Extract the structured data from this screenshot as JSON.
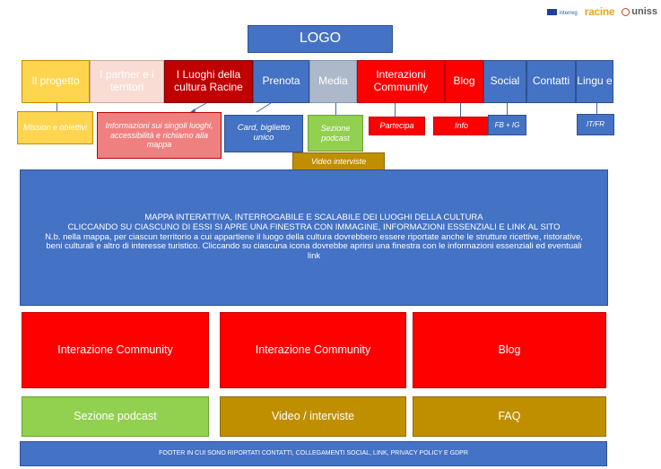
{
  "header_logos": {
    "interreg": "interreg",
    "racine": "racine",
    "uniss": "uniss"
  },
  "logo": "LOGO",
  "nav": [
    {
      "id": "progetto",
      "label": "Il progetto",
      "bg": "#ffd54f",
      "color": "#ffffff"
    },
    {
      "id": "partner",
      "label": "I partner e i territori",
      "bg": "#f9dcd3",
      "color": "#ffffff"
    },
    {
      "id": "luoghi",
      "label": "I Luoghi della cultura Racine",
      "bg": "#c00000",
      "color": "#ffffff"
    },
    {
      "id": "prenota",
      "label": "Prenota",
      "bg": "#4472c4",
      "color": "#ffffff"
    },
    {
      "id": "media",
      "label": "Media",
      "bg": "#adb9ca",
      "color": "#ffffff"
    },
    {
      "id": "interazioni",
      "label": "Interazioni Community",
      "bg": "#ff0000",
      "color": "#ffffff"
    },
    {
      "id": "blog",
      "label": "Blog",
      "bg": "#ff0000",
      "color": "#ffffff"
    },
    {
      "id": "social",
      "label": "Social",
      "bg": "#4472c4",
      "color": "#ffffff"
    },
    {
      "id": "contatti",
      "label": "Contatti",
      "bg": "#4472c4",
      "color": "#ffffff"
    },
    {
      "id": "lingue",
      "label": "Lingu e",
      "bg": "#4472c4",
      "color": "#ffffff"
    }
  ],
  "subitems": [
    {
      "id": "mission",
      "label": "Mission e obiettivi",
      "bg": "#ffd54f"
    },
    {
      "id": "informazioni",
      "label": "Informazioni sui singoli luoghi, accessibilità e richiamo alla mappa",
      "bg": "#f08080"
    },
    {
      "id": "card",
      "label": "Card, biglietto unico",
      "bg": "#4472c4"
    },
    {
      "id": "podcast",
      "label": "Sezione podcast",
      "bg": "#92d050"
    },
    {
      "id": "video",
      "label": "Video interviste",
      "bg": "#bf8f00"
    },
    {
      "id": "partecipa",
      "label": "Partecipa",
      "bg": "#ff0000"
    },
    {
      "id": "info",
      "label": "Info",
      "bg": "#ff0000"
    },
    {
      "id": "fbig",
      "label": "FB + IG",
      "bg": "#4472c4"
    },
    {
      "id": "itfr",
      "label": "IT/FR",
      "bg": "#4472c4"
    }
  ],
  "map": {
    "line1": "MAPPA INTERATTIVA, INTERROGABILE E SCALABILE DEI LUOGHI DELLA CULTURA",
    "line2": "CLICCANDO SU CIASCUNO DI ESSI SI APRE UNA FINESTRA CON IMMAGINE, INFORMAZIONI ESSENZIALI E LINK AL SITO",
    "line3": "N.b. nella mappa, per ciascun territorio a cui appartiene il luogo della cultura dovrebbero essere riportate anche le strutture ricettive, ristorative, beni culturali e altro di interesse turistico. Cliccando su ciascuna icona dovrebbe aprirsi una finestra con le informazioni essenziali ed eventuali link",
    "bg": "#4472c4"
  },
  "row1": [
    {
      "id": "interazione1",
      "label": "Interazione Community",
      "bg": "#ff0000"
    },
    {
      "id": "interazione2",
      "label": "Interazione Community",
      "bg": "#ff0000"
    },
    {
      "id": "blog",
      "label": "Blog",
      "bg": "#ff0000"
    }
  ],
  "row2": [
    {
      "id": "podcast",
      "label": "Sezione podcast",
      "bg": "#92d050"
    },
    {
      "id": "video",
      "label": "Video / interviste",
      "bg": "#bf8f00"
    },
    {
      "id": "faq",
      "label": "FAQ",
      "bg": "#bf8f00"
    }
  ],
  "footer": {
    "label": "FOOTER IN CUI SONO RIPORTATI CONTATTI, COLLEGAMENTI SOCIAL, LINK, PRIVACY POLICY E GDPR",
    "bg": "#4472c4"
  }
}
